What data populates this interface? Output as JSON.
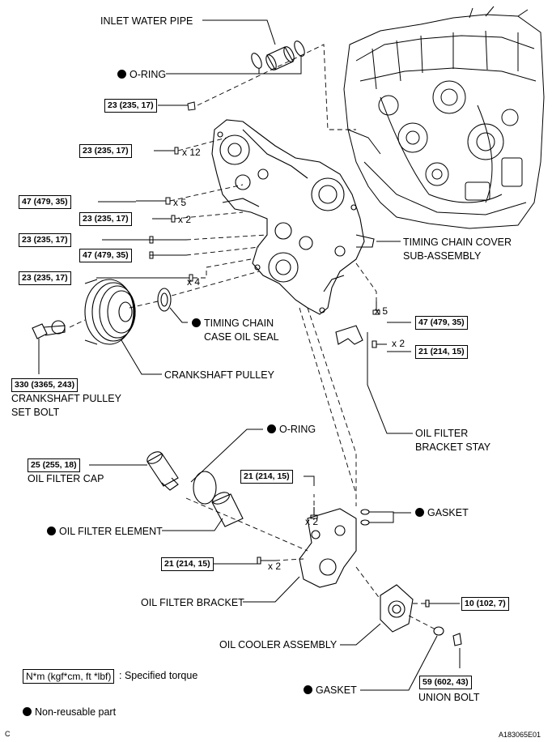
{
  "parts": {
    "inlet_water_pipe": "INLET WATER PIPE",
    "o_ring_top": "O-RING",
    "timing_chain_cover_1": "TIMING CHAIN COVER",
    "timing_chain_cover_2": "SUB-ASSEMBLY",
    "timing_chain_case_oil_seal_1": "TIMING CHAIN",
    "timing_chain_case_oil_seal_2": "CASE OIL SEAL",
    "crankshaft_pulley": "CRANKSHAFT PULLEY",
    "crankshaft_pulley_set_bolt_1": "CRANKSHAFT PULLEY",
    "crankshaft_pulley_set_bolt_2": "SET BOLT",
    "oil_filter_bracket_stay_1": "OIL FILTER",
    "oil_filter_bracket_stay_2": "BRACKET STAY",
    "o_ring_mid": "O-RING",
    "oil_filter_cap": "OIL FILTER CAP",
    "oil_filter_element": "OIL FILTER ELEMENT",
    "gasket_right": "GASKET",
    "oil_filter_bracket": "OIL FILTER BRACKET",
    "oil_cooler_assembly": "OIL COOLER ASSEMBLY",
    "gasket_bottom": "GASKET",
    "union_bolt": "UNION BOLT"
  },
  "torques": {
    "t1": "23 (235, 17)",
    "t2": "23 (235, 17)",
    "t3": "47 (479, 35)",
    "t4": "23 (235, 17)",
    "t5": "23 (235, 17)",
    "t6": "47 (479, 35)",
    "t7": "23 (235, 17)",
    "t8": "330 (3365, 243)",
    "t9": "47 (479, 35)",
    "t10": "21 (214, 15)",
    "t11": "25 (255, 18)",
    "t12": "21 (214, 15)",
    "t13": "21 (214, 15)",
    "t14": "10 (102, 7)",
    "t15": "59 (602, 43)"
  },
  "quantities": {
    "q_x12": "x 12",
    "q_x5a": "x 5",
    "q_x2a": "x 2",
    "q_x4": "x 4",
    "q_x5b": "x 5",
    "q_x2b": "x 2",
    "q_x2c": "x 2",
    "q_x2d": "x 2"
  },
  "legend": {
    "torque_unit": "N*m (kgf*cm, ft *lbf)",
    "torque_desc": ": Specified torque",
    "non_reusable": "Non-reusable part"
  },
  "footer": {
    "left_code": "C",
    "right_code": "A183065E01"
  }
}
